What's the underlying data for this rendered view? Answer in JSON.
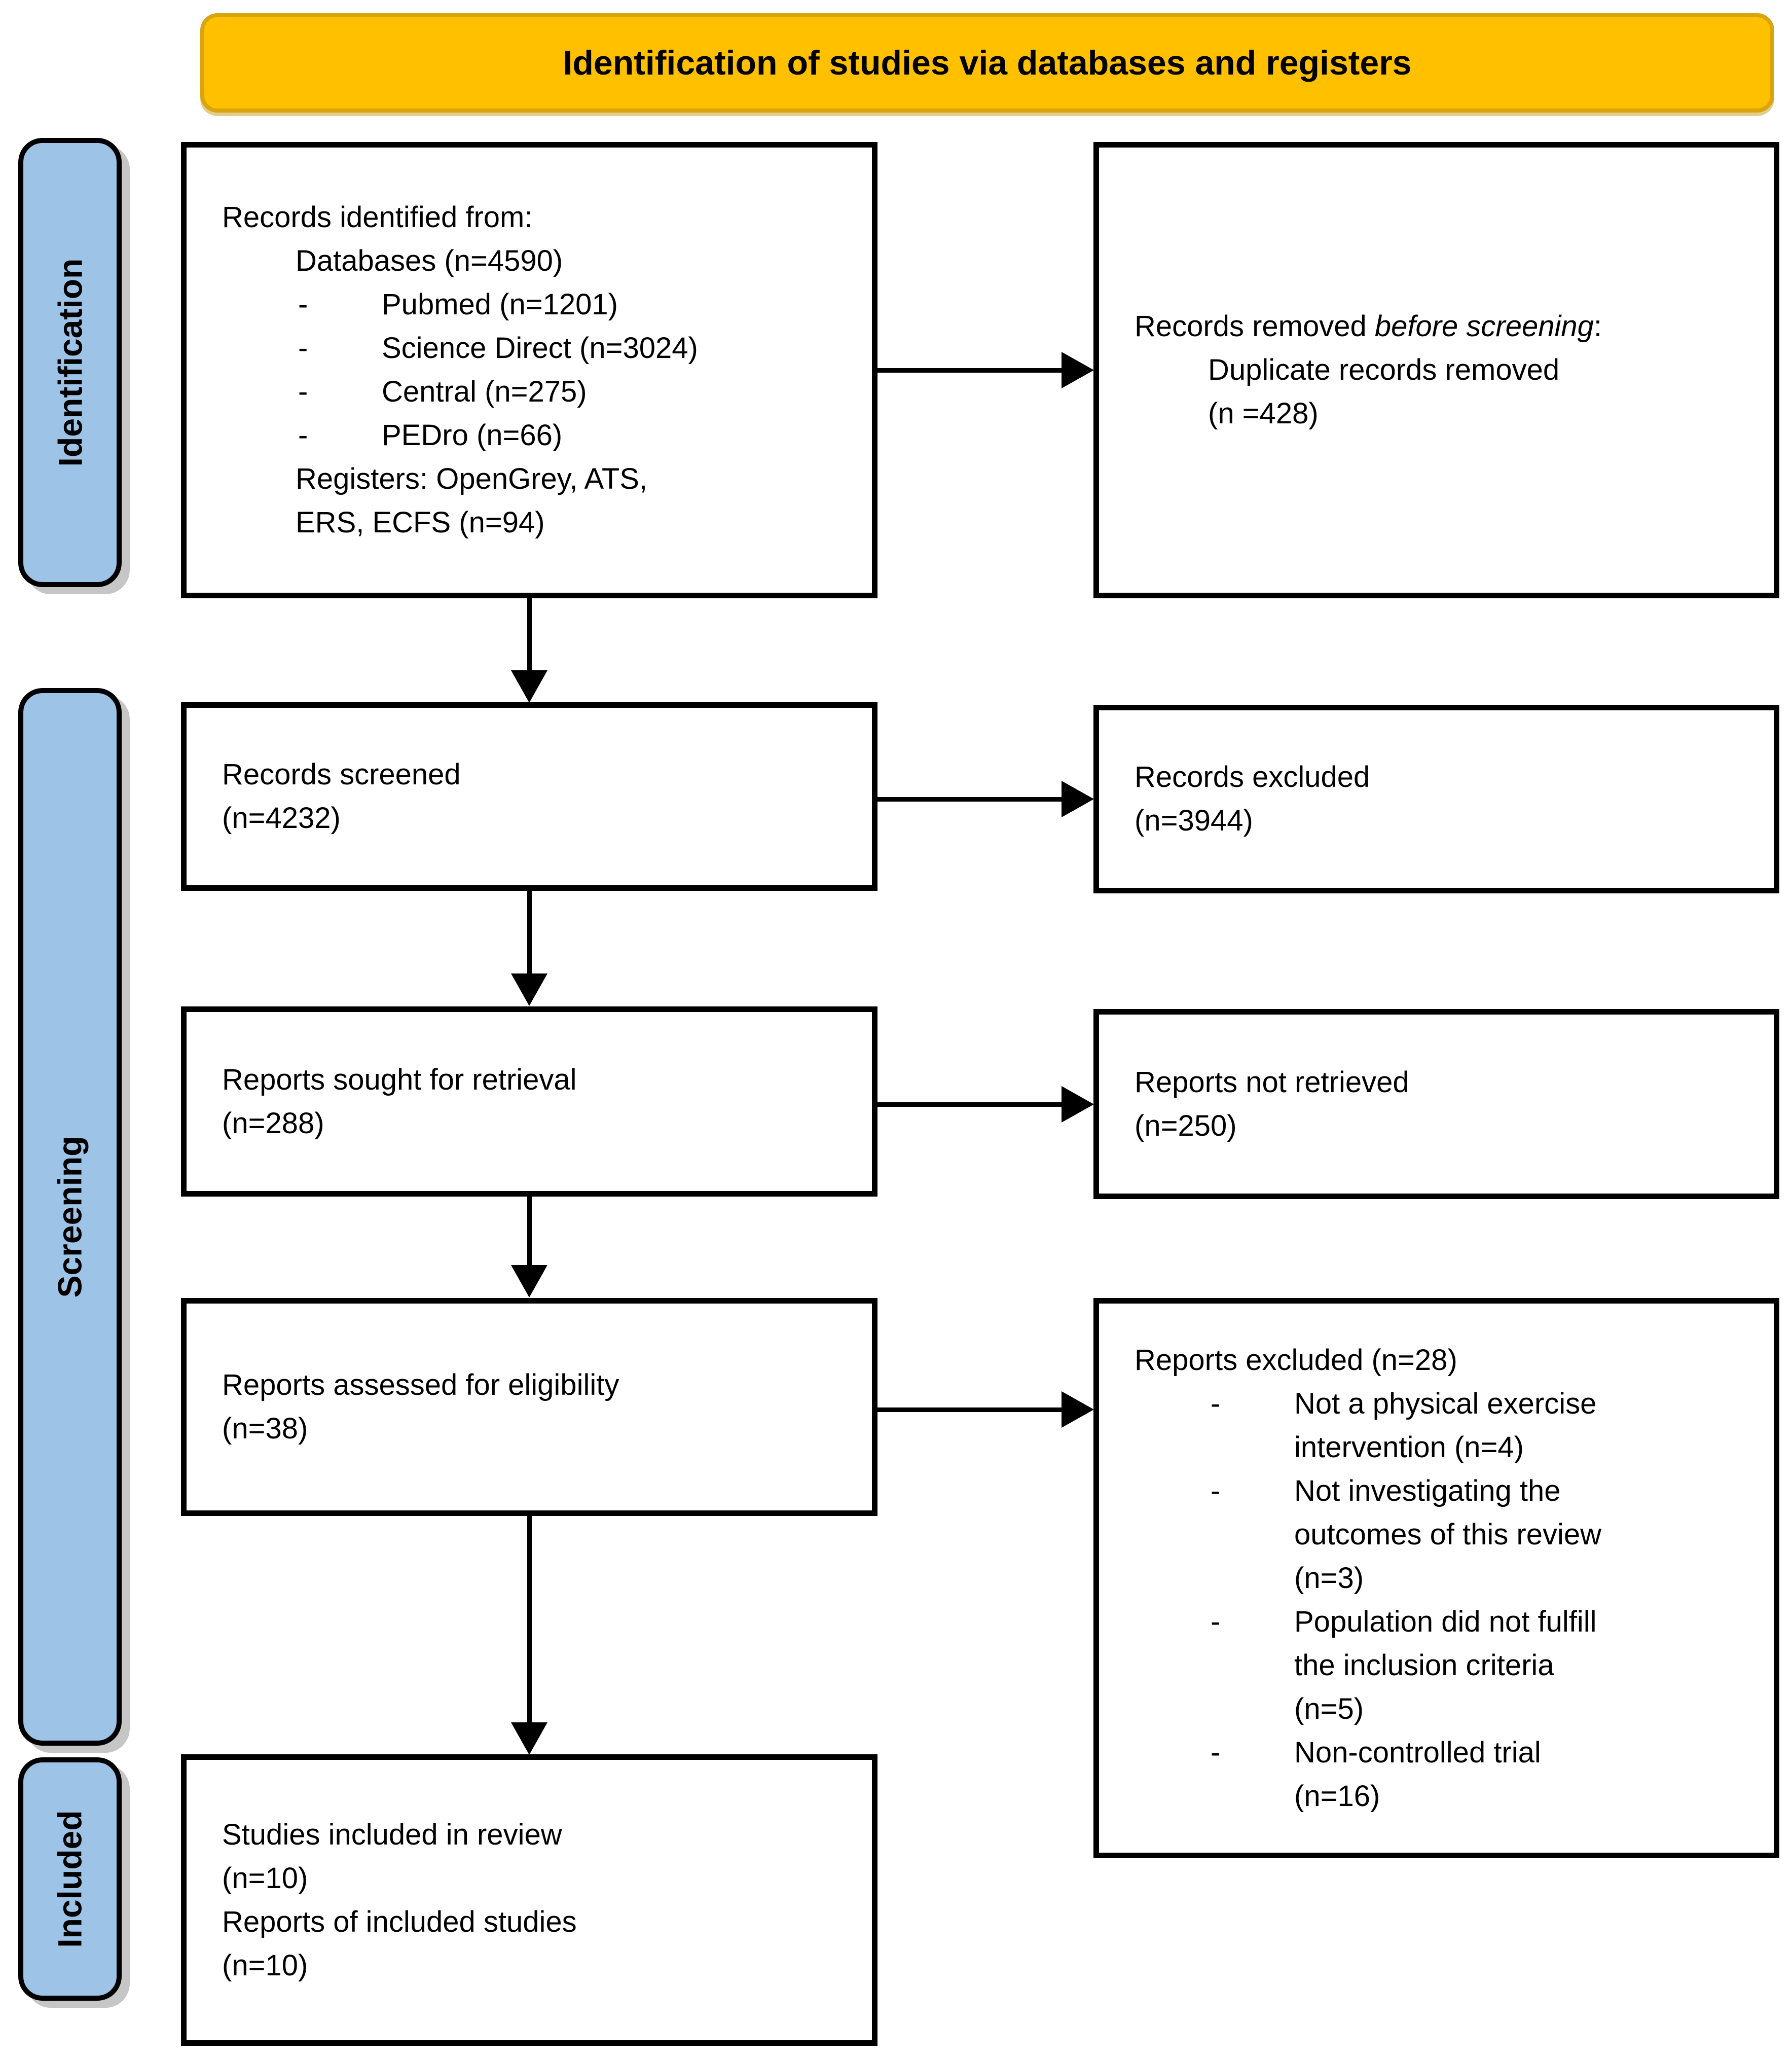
{
  "title": "Identification of studies via databases and registers",
  "bullet_char": "-",
  "sidebar": {
    "identification": "Identification",
    "screening": "Screening",
    "included": "Included"
  },
  "boxes": {
    "records_identified": {
      "heading": "Records identified from:",
      "subheading": "Databases (n=4590)",
      "bullets": [
        "Pubmed (n=1201)",
        "Science Direct (n=3024)",
        "Central (n=275)",
        "PEDro (n=66)"
      ],
      "registers_line1": "Registers: OpenGrey, ATS,",
      "registers_line2": "ERS, ECFS (n=94)"
    },
    "records_removed": {
      "text_before_italic": "Records removed ",
      "italic": "before screening",
      "text_after_italic": ":",
      "detail_line1": "Duplicate records removed",
      "detail_line2": "(n =428)"
    },
    "records_screened": {
      "line1": "Records screened",
      "line2": "(n=4232)"
    },
    "records_excluded": {
      "line1": "Records excluded",
      "line2": "(n=3944)"
    },
    "reports_sought": {
      "line1": "Reports sought for retrieval",
      "line2": "(n=288)"
    },
    "reports_not_retrieved": {
      "line1": "Reports not retrieved",
      "line2": "(n=250)"
    },
    "reports_assessed": {
      "line1": "Reports assessed for eligibility",
      "line2": "(n=38)"
    },
    "reports_excluded": {
      "heading": "Reports excluded (n=28)",
      "bullets": [
        {
          "lines": [
            "Not a physical exercise",
            "intervention (n=4)"
          ]
        },
        {
          "lines": [
            "Not investigating the",
            "outcomes of this review",
            "(n=3)"
          ]
        },
        {
          "lines": [
            "Population did not fulfill",
            "the inclusion criteria",
            "(n=5)"
          ]
        },
        {
          "lines": [
            "Non-controlled trial",
            "(n=16)"
          ]
        }
      ]
    },
    "studies_included": {
      "line1": "Studies included in review",
      "line2": "(n=10)",
      "line3": "Reports of included studies",
      "line4": "(n=10)"
    }
  },
  "colors": {
    "banner_fill": "#FFC000",
    "banner_border": "#D9A50E",
    "sidebar_fill": "#9DC3E6",
    "box_border": "#000000",
    "text": "#000000"
  }
}
